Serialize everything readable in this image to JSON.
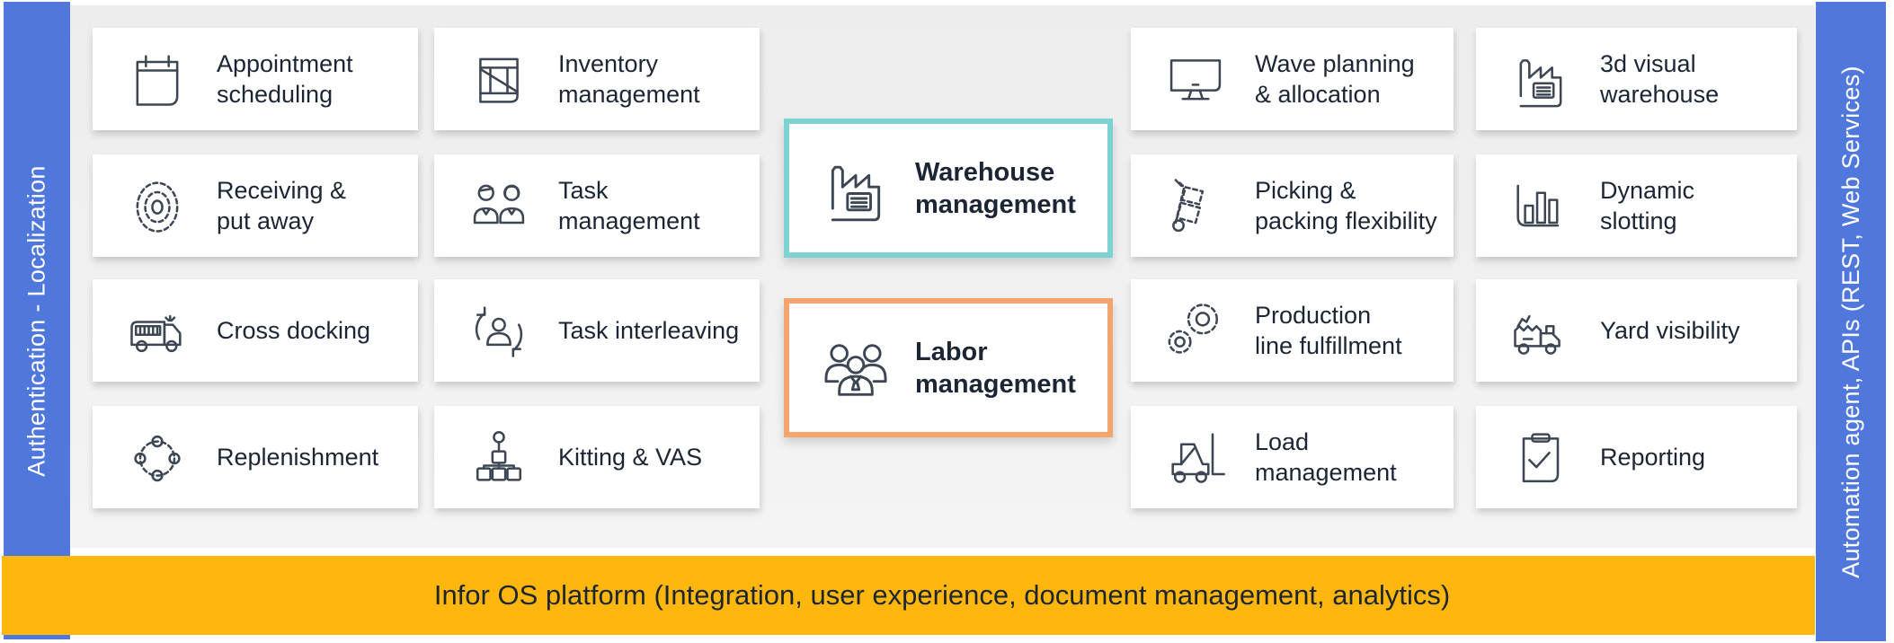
{
  "left_bar": {
    "label": "Authentication - Localization"
  },
  "right_bar": {
    "label": "Automation agent, APIs (REST, Web Services)"
  },
  "platform_bar": {
    "label": "Infor OS platform (Integration, user experience, document management, analytics)"
  },
  "center_boxes": [
    {
      "icon": "factory-icon",
      "accent_color": "#7DD2D2",
      "lines": [
        "Warehouse",
        "management"
      ]
    },
    {
      "icon": "people-group-icon",
      "accent_color": "#F4A46D",
      "lines": [
        "Labor",
        "management"
      ]
    }
  ],
  "cards": [
    {
      "icon": "calendar-icon",
      "lines": [
        "Appointment",
        "scheduling"
      ]
    },
    {
      "icon": "crate-icon",
      "lines": [
        "Inventory",
        "management"
      ]
    },
    {
      "icon": "target-icon",
      "lines": [
        "Receiving &",
        "put away"
      ]
    },
    {
      "icon": "people-pair-icon",
      "lines": [
        "Task",
        "management"
      ]
    },
    {
      "icon": "truck-icon",
      "lines": [
        "Cross docking"
      ]
    },
    {
      "icon": "cycle-person-icon",
      "lines": [
        "Task interleaving"
      ]
    },
    {
      "icon": "cycle-dots-icon",
      "lines": [
        "Replenishment"
      ]
    },
    {
      "icon": "hierarchy-icon",
      "lines": [
        "Kitting & VAS"
      ]
    },
    {
      "icon": "monitor-icon",
      "lines": [
        "Wave planning",
        "& allocation"
      ]
    },
    {
      "icon": "handtruck-icon",
      "lines": [
        "Picking &",
        "packing flexibility"
      ]
    },
    {
      "icon": "gears-icon",
      "lines": [
        "Production",
        "line fulfillment"
      ]
    },
    {
      "icon": "forklift-icon",
      "lines": [
        "Load",
        "management"
      ]
    },
    {
      "icon": "factory-icon",
      "lines": [
        "3d visual",
        "warehouse"
      ]
    },
    {
      "icon": "barchart-icon",
      "lines": [
        "Dynamic",
        "slotting"
      ]
    },
    {
      "icon": "loaded-truck-icon",
      "lines": [
        "Yard visibility"
      ]
    },
    {
      "icon": "clipboard-check-icon",
      "lines": [
        "Reporting"
      ]
    }
  ],
  "colors": {
    "bar_blue": "#5078DC",
    "platform_yellow": "#FFB70D",
    "teal_accent": "#7DD2D2",
    "orange_accent": "#F4A46D",
    "panel_gray": "#EFEFEF",
    "card_text": "#1B2534"
  }
}
